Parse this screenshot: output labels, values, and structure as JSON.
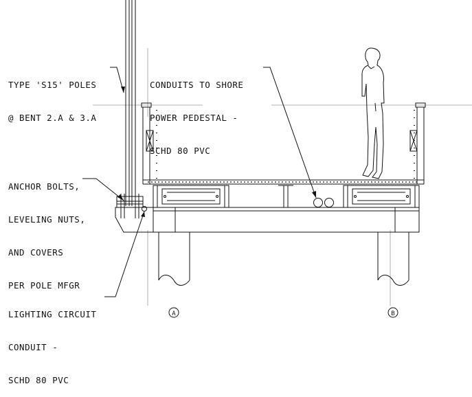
{
  "callouts": {
    "poles": [
      "TYPE 'S15' POLES",
      "@ BENT 2.A & 3.A"
    ],
    "conduits": [
      "CONDUITS TO SHORE",
      "POWER PEDESTAL -",
      "SCHD 80 PVC"
    ],
    "anchor": [
      "ANCHOR BOLTS,",
      "LEVELING NUTS,",
      "AND COVERS",
      "PER POLE MFGR"
    ],
    "lighting": [
      "LIGHTING CIRCUIT",
      "CONDUIT -",
      "SCHD 80 PVC"
    ]
  },
  "gridlines": {
    "a": "A",
    "b": "B"
  }
}
